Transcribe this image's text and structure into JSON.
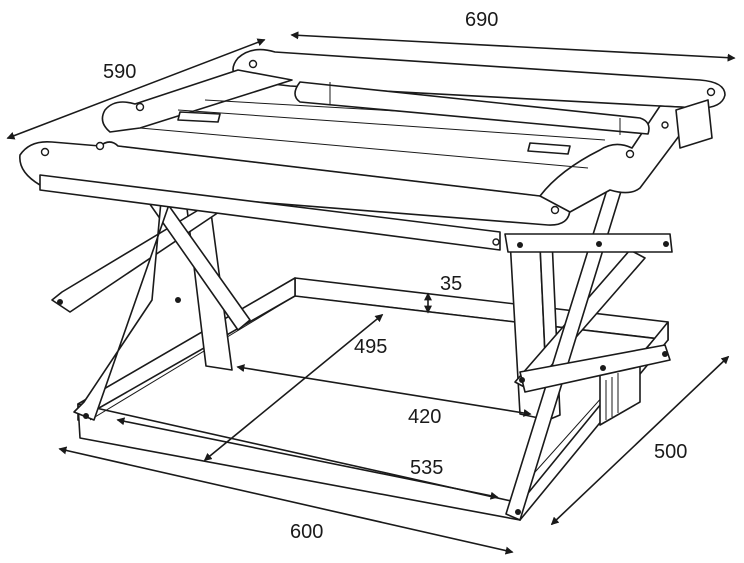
{
  "dimensions": {
    "top_length": "690",
    "top_depth": "590",
    "base_depth": "35",
    "diagonal": "495",
    "inner_width": "420",
    "inner_length": "535",
    "base_length": "600",
    "base_width": "500"
  },
  "colors": {
    "line": "#1a1a1a",
    "background": "#ffffff"
  }
}
